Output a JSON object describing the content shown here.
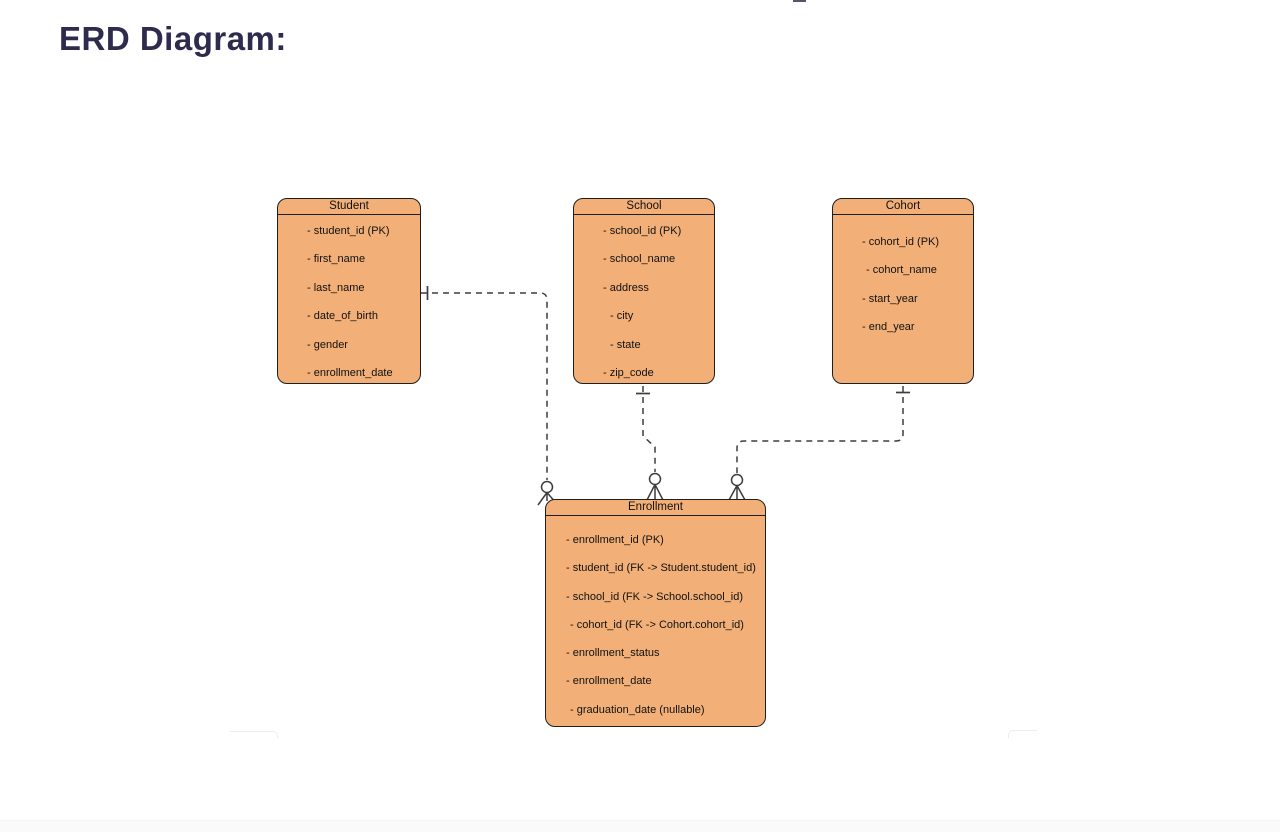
{
  "page": {
    "title": "ERD Diagram:",
    "background_color": "#ffffff"
  },
  "diagram": {
    "colors": {
      "entity_fill": "#F2B078",
      "entity_border": "#1F1F1F",
      "connector_line": "#3D3D3D",
      "heading_text": "#2E2B4F",
      "field_text": "#111111"
    },
    "entities": [
      {
        "name": "Student",
        "fields": [
          "- student_id (PK)",
          "- first_name",
          "- last_name",
          "- date_of_birth",
          "- gender",
          "- enrollment_date"
        ]
      },
      {
        "name": "School",
        "fields": [
          "- school_id (PK)",
          "- school_name",
          "- address",
          "- city",
          "- state",
          "- zip_code"
        ]
      },
      {
        "name": "Cohort",
        "fields": [
          "- cohort_id (PK)",
          "- cohort_name",
          "- start_year",
          "- end_year"
        ]
      },
      {
        "name": "Enrollment",
        "fields": [
          "- enrollment_id (PK)",
          "- student_id (FK -> Student.student_id)",
          "- school_id (FK -> School.school_id)",
          "- cohort_id (FK -> Cohort.cohort_id)",
          "- enrollment_status",
          "- enrollment_date",
          "- graduation_date (nullable)"
        ]
      }
    ],
    "relationships": [
      {
        "from": "Student",
        "to": "Enrollment",
        "from_cardinality": "one",
        "to_cardinality": "zero-or-many",
        "line_style": "dashed"
      },
      {
        "from": "School",
        "to": "Enrollment",
        "from_cardinality": "one",
        "to_cardinality": "zero-or-many",
        "line_style": "dashed"
      },
      {
        "from": "Cohort",
        "to": "Enrollment",
        "from_cardinality": "one",
        "to_cardinality": "zero-or-many",
        "line_style": "dashed"
      }
    ]
  }
}
